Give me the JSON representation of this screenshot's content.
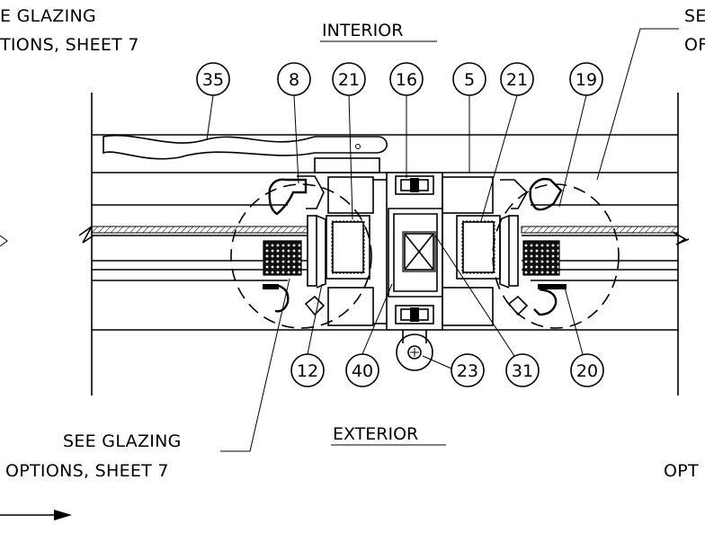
{
  "labels": {
    "interior": "INTERIOR",
    "exterior": "EXTERIOR",
    "note_top_left_line1": "E GLAZING",
    "note_top_left_line2": "TIONS, SHEET 7",
    "note_top_right_line1": "SE",
    "note_top_right_line2": "OF",
    "note_bottom_left_line1": "SEE GLAZING",
    "note_bottom_left_line2": "OPTIONS, SHEET 7",
    "note_bottom_right": "OPT"
  },
  "callouts_top": [
    "35",
    "8",
    "21",
    "16",
    "5",
    "21",
    "19"
  ],
  "callouts_bottom": [
    "12",
    "40",
    "23",
    "31",
    "20"
  ]
}
